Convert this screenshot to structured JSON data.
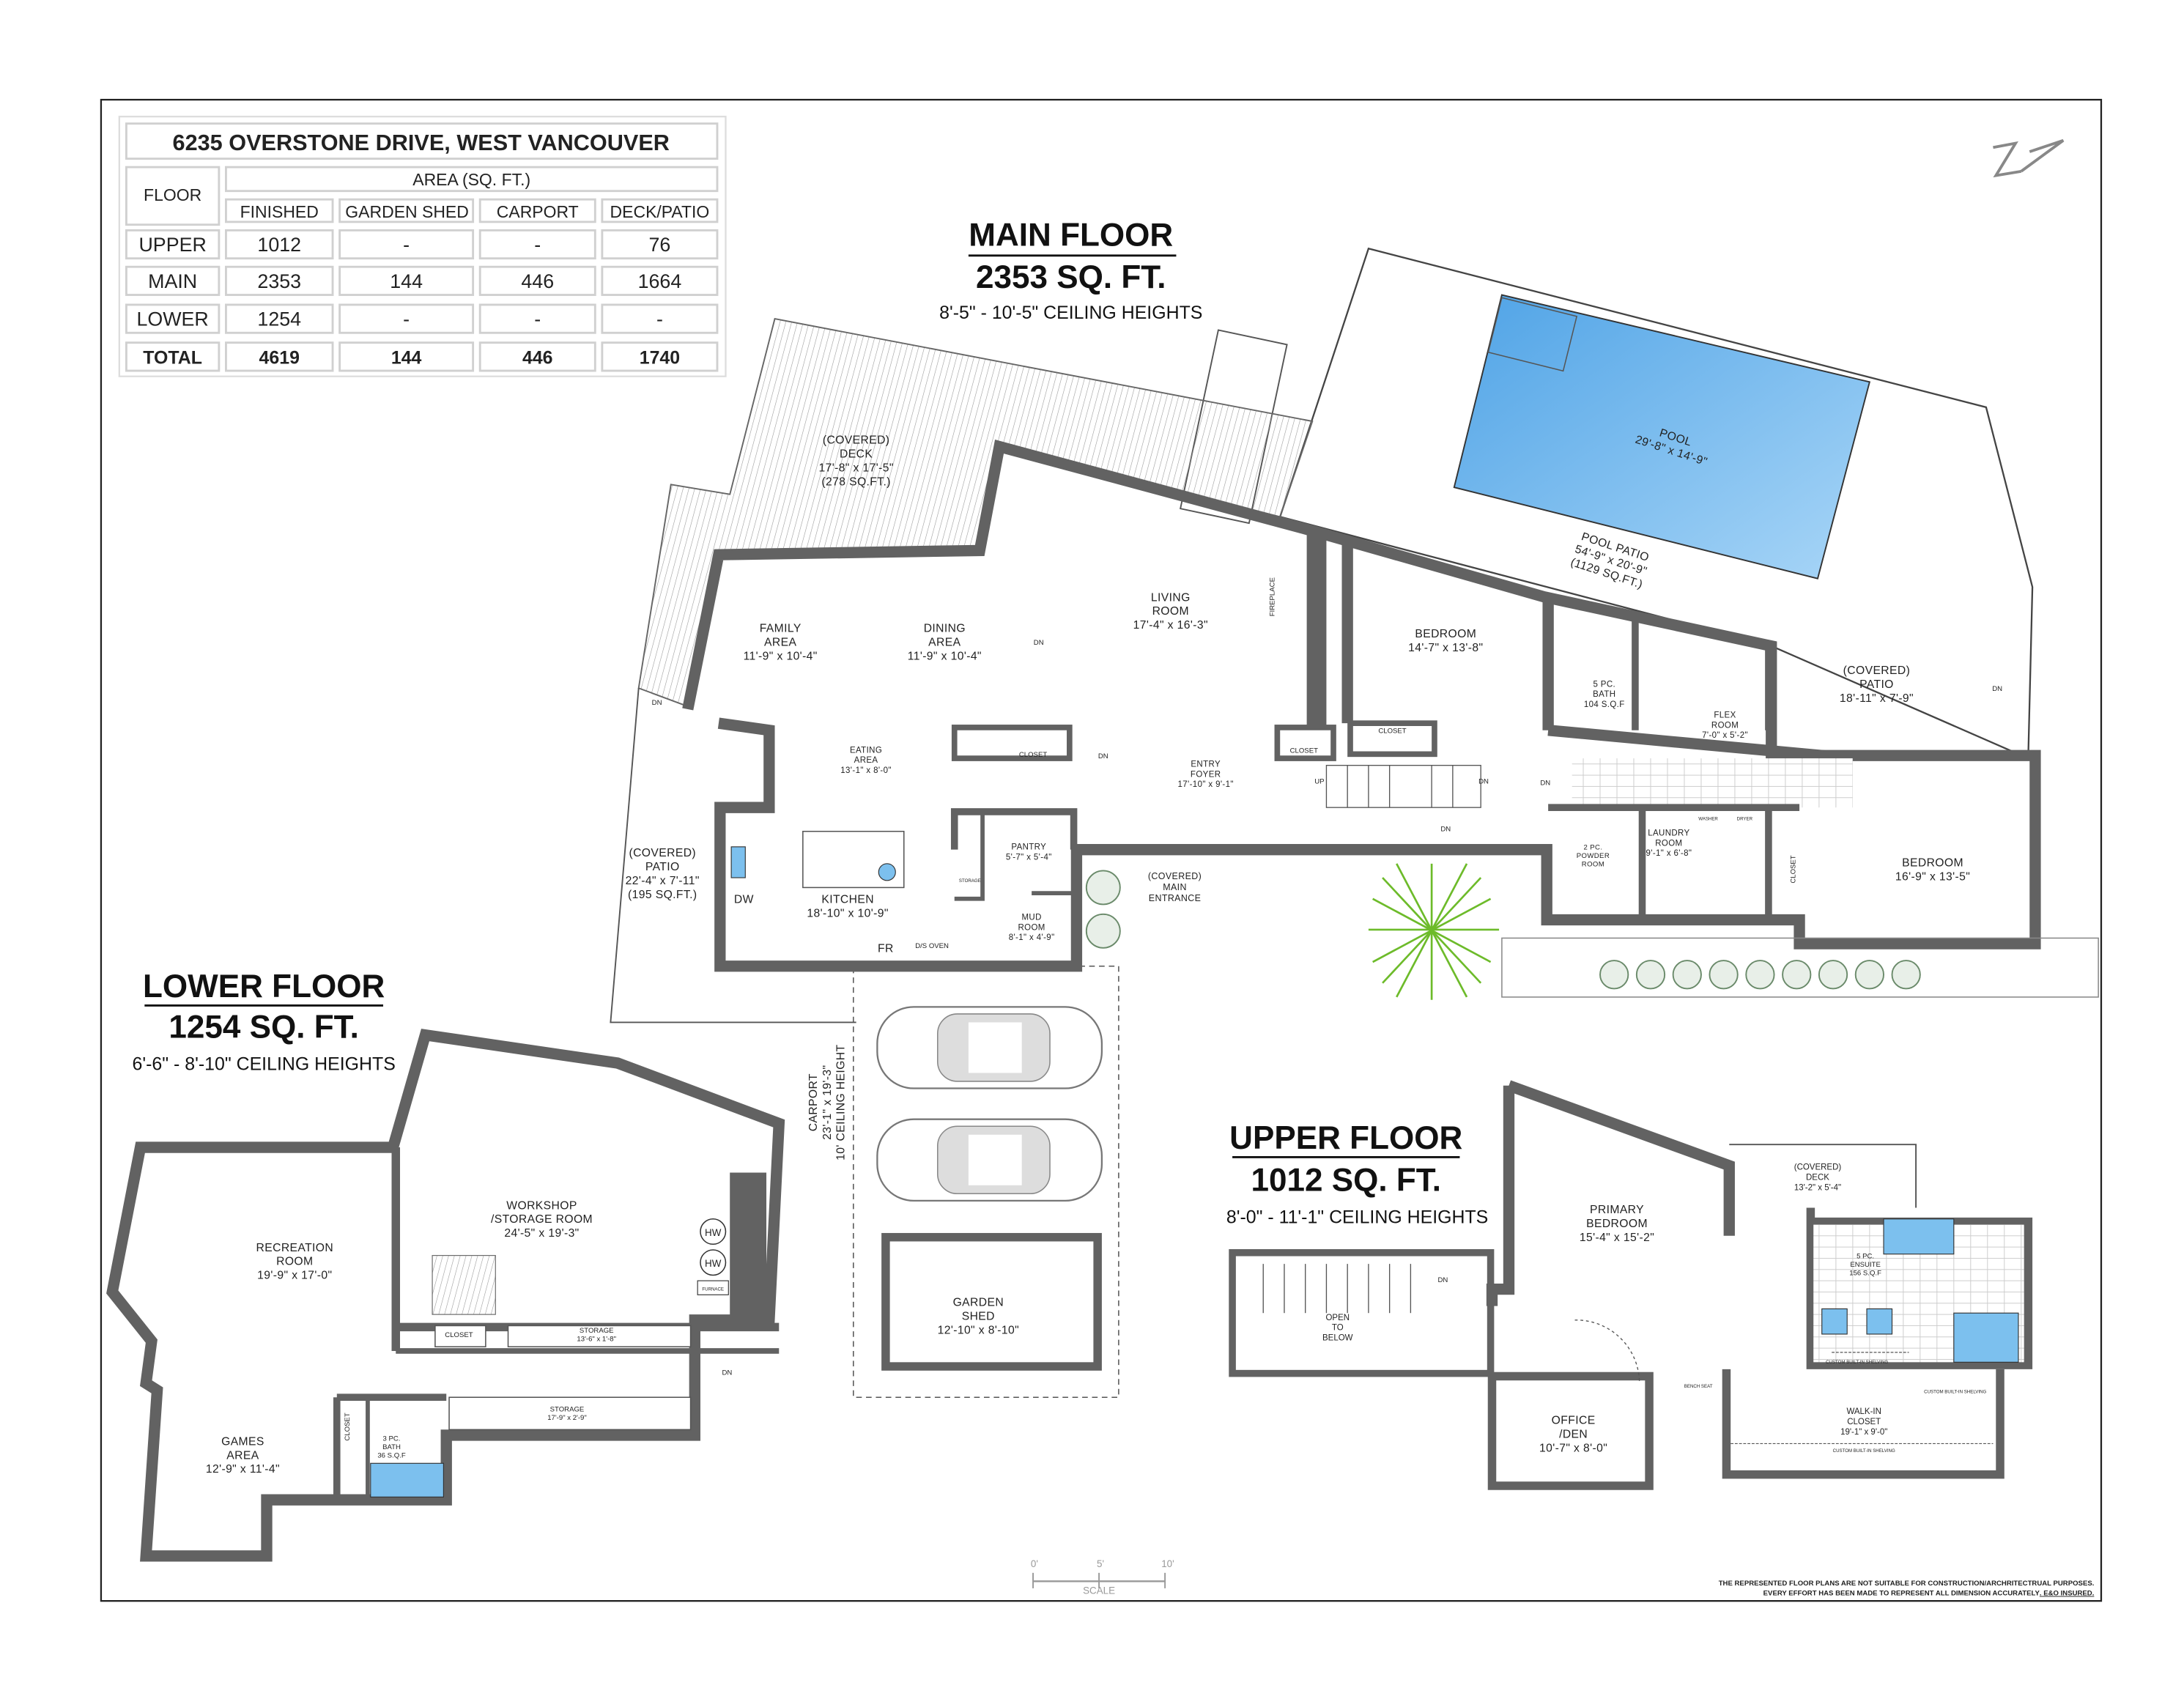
{
  "table": {
    "title": "6235 OVERSTONE DRIVE, WEST VANCOUVER",
    "floor_header": "FLOOR",
    "area_header": "AREA (SQ. FT.)",
    "columns": [
      "FINISHED",
      "GARDEN SHED",
      "CARPORT",
      "DECK/PATIO"
    ],
    "rows": [
      {
        "floor": "UPPER",
        "values": [
          "1012",
          "-",
          "-",
          "76"
        ]
      },
      {
        "floor": "MAIN",
        "values": [
          "2353",
          "144",
          "446",
          "1664"
        ]
      },
      {
        "floor": "LOWER",
        "values": [
          "1254",
          "-",
          "-",
          "-"
        ]
      },
      {
        "floor": "TOTAL",
        "values": [
          "4619",
          "144",
          "446",
          "1740"
        ]
      }
    ]
  },
  "main": {
    "title": "MAIN FLOOR",
    "area": "2353 SQ. FT.",
    "ceiling": "8'-5\" - 10'-5\" CEILING HEIGHTS",
    "rooms": [
      {
        "lines": [
          "(COVERED)",
          "DECK",
          "17'-8\" x 17'-5\"",
          "(278 SQ.FT.)"
        ]
      },
      {
        "lines": [
          "FAMILY",
          "AREA",
          "11'-9\" x 10'-4\""
        ]
      },
      {
        "lines": [
          "DINING",
          "AREA",
          "11'-9\" x 10'-4\""
        ]
      },
      {
        "lines": [
          "LIVING",
          "ROOM",
          "17'-4\" x 16'-3\""
        ]
      },
      {
        "lines": [
          "BEDROOM",
          "14'-7\" x 13'-8\""
        ]
      },
      {
        "lines": [
          "5 PC.",
          "BATH",
          "104 S.Q.F"
        ]
      },
      {
        "lines": [
          "FLEX",
          "ROOM",
          "7'-0\" x 5'-2\""
        ]
      },
      {
        "lines": [
          "(COVERED)",
          "PATIO",
          "18'-11\" x 7'-9\""
        ]
      },
      {
        "lines": [
          "EATING",
          "AREA",
          "13'-1\" x 8'-0\""
        ]
      },
      {
        "lines": [
          "ENTRY",
          "FOYER",
          "17'-10\" x 9'-1\""
        ]
      },
      {
        "lines": [
          "(COVERED)",
          "PATIO",
          "22'-4\" x 7'-11\"",
          "(195 SQ.FT.)"
        ]
      },
      {
        "lines": [
          "KITCHEN",
          "18'-10\" x 10'-9\""
        ]
      },
      {
        "lines": [
          "PANTRY",
          "5'-7\" x 5'-4\""
        ]
      },
      {
        "lines": [
          "MUD",
          "ROOM",
          "8'-1\" x 4'-9\""
        ]
      },
      {
        "lines": [
          "(COVERED)",
          "MAIN",
          "ENTRANCE"
        ]
      },
      {
        "lines": [
          "2 PC.",
          "POWDER",
          "ROOM"
        ]
      },
      {
        "lines": [
          "LAUNDRY",
          "ROOM",
          "9'-1\" x 6'-8\""
        ]
      },
      {
        "lines": [
          "BEDROOM",
          "16'-9\" x 13'-5\""
        ]
      },
      {
        "lines": [
          "GARDEN",
          "SHED",
          "12'-10\" x 8'-10\""
        ]
      }
    ],
    "pool": {
      "lines": [
        "POOL",
        "29'-8\" x 14'-9\""
      ]
    },
    "pool_patio": {
      "lines": [
        "POOL PATIO",
        "54'-9\" x 20'-9\"",
        "(1129 SQ.FT.)"
      ]
    },
    "carport": {
      "lines": [
        "CARPORT",
        "23'-1\" x 19'-3\"",
        "10' CEILING HEIGHT"
      ]
    },
    "labels": {
      "closet": "CLOSET",
      "storage": "STORAGE",
      "washer": "WASHER",
      "dryer": "DRYER",
      "dw": "DW",
      "fr": "FR",
      "oven": "D/S OVEN",
      "fireplace": "FIREPLACE",
      "dn": "DN",
      "up": "UP"
    },
    "pool_color": "#6cb6ec"
  },
  "lower": {
    "title": "LOWER FLOOR",
    "area": "1254 SQ. FT.",
    "ceiling": "6'-6\" - 8'-10\" CEILING HEIGHTS",
    "rooms": [
      {
        "lines": [
          "RECREATION",
          "ROOM",
          "19'-9\" x 17'-0\""
        ]
      },
      {
        "lines": [
          "WORKSHOP",
          "/STORAGE ROOM",
          "24'-5\" x 19'-3\""
        ]
      },
      {
        "lines": [
          "CLOSET"
        ]
      },
      {
        "lines": [
          "STORAGE",
          "13'-6\" x 1'-8\""
        ]
      },
      {
        "lines": [
          "STORAGE",
          "17'-9\" x 2'-9\""
        ]
      },
      {
        "lines": [
          "GAMES",
          "AREA",
          "12'-9\" x 11'-4\""
        ]
      },
      {
        "lines": [
          "3 PC.",
          "BATH",
          "36 S.Q.F"
        ]
      }
    ],
    "labels": {
      "closet": "CLOSET",
      "hw": "HW",
      "furnace": "FURNACE",
      "dn": "DN"
    }
  },
  "upper": {
    "title": "UPPER FLOOR",
    "area": "1012 SQ. FT.",
    "ceiling": "8'-0\" - 11'-1\" CEILING HEIGHTS",
    "rooms": [
      {
        "lines": [
          "PRIMARY",
          "BEDROOM",
          "15'-4\" x 15'-2\""
        ]
      },
      {
        "lines": [
          "(COVERED)",
          "DECK",
          "13'-2\" x 5'-4\""
        ]
      },
      {
        "lines": [
          "5 PC.",
          "ENSUITE",
          "156 S.Q.F"
        ]
      },
      {
        "lines": [
          "OPEN",
          "TO",
          "BELOW"
        ]
      },
      {
        "lines": [
          "OFFICE",
          "/DEN",
          "10'-7\" x 8'-0\""
        ]
      },
      {
        "lines": [
          "WALK-IN",
          "CLOSET",
          "19'-1\" x 9'-0\""
        ]
      }
    ],
    "labels": {
      "shelving": "CUSTOM BUILT-IN SHELVING",
      "bench": "BENCH SEAT",
      "dn": "DN"
    }
  },
  "scale": {
    "ticks": [
      "0'",
      "5'",
      "10'"
    ],
    "label": "SCALE"
  },
  "disclaimer": {
    "line1": "THE REPRESENTED FLOOR PLANS ARE NOT SUITABLE FOR CONSTRUCTION/ARCHRITECTRUAL PURPOSES.",
    "line2": "EVERY EFFORT HAS BEEN MADE TO REPRESENT ALL DIMENSION ACCURATELY",
    "insured": ". E&O INSURED."
  }
}
